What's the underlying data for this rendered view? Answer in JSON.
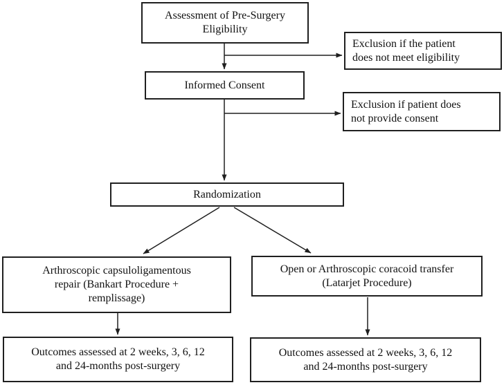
{
  "colors": {
    "background": "#ffffff",
    "box_border": "#1f1f1f",
    "box_fill": "#ffffff",
    "text": "#111111",
    "arrow": "#1f1f1f"
  },
  "nodes": {
    "assessment": "Assessment of Pre-Surgery Eligibility",
    "exclusion_eligibility": "Exclusion if the patient does not meet eligibility",
    "informed_consent": "Informed Consent",
    "exclusion_consent": "Exclusion if patient does not provide consent",
    "randomization": "Randomization",
    "arm_bankart": "Arthroscopic capsuloligamentous repair (Bankart Procedure + remplissage)",
    "arm_latarjet": "Open or Arthroscopic coracoid transfer (Latarjet Procedure)",
    "outcomes_bankart": "Outcomes assessed at 2 weeks, 3, 6, 12 and 24-months post-surgery",
    "outcomes_latarjet": "Outcomes assessed at 2 weeks, 3, 6, 12 and 24-months post-surgery"
  }
}
